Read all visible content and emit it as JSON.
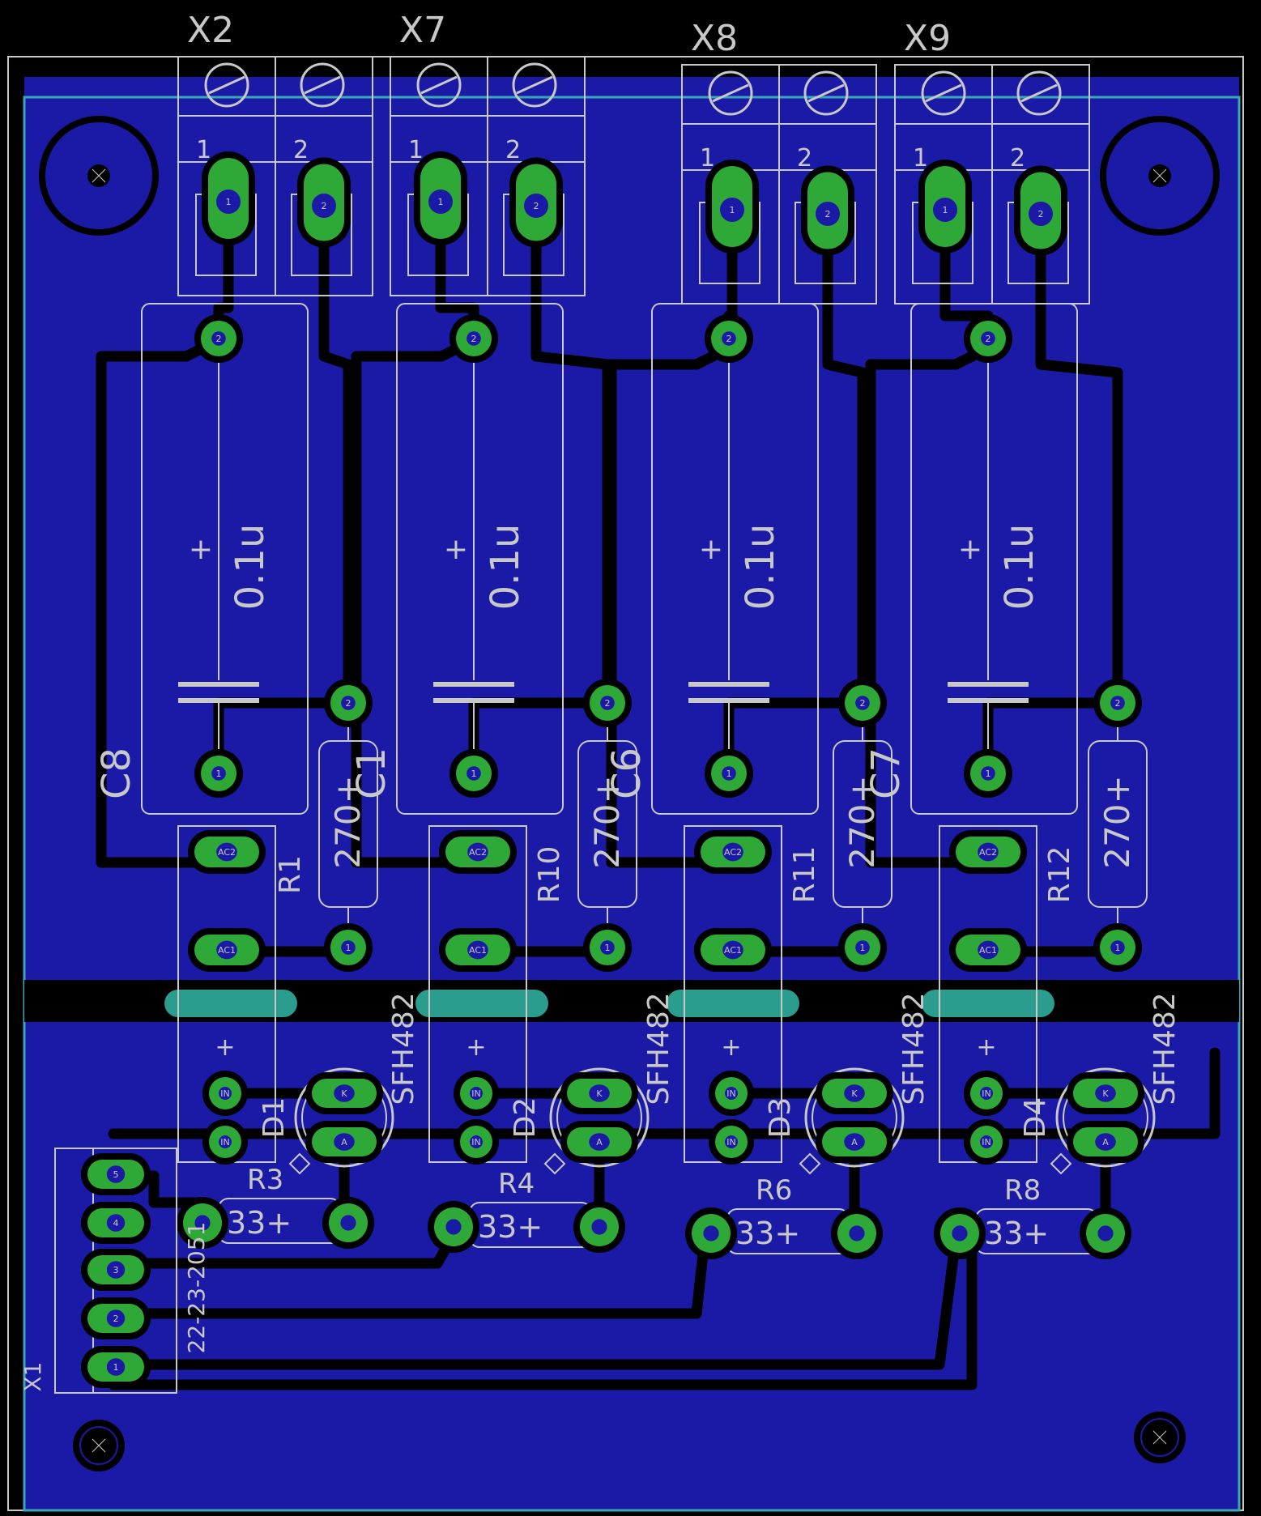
{
  "colors": {
    "background": "#000000",
    "copper_pour": "#1a1aa6",
    "trace": "#000000",
    "pad": "#2ea836",
    "pad_core": "#1a1aa6",
    "silkscreen": "#c8c8c8",
    "outline": "#3aa7b8",
    "slot": "#2a9d8f"
  },
  "terminals": [
    {
      "name": "X2",
      "pin1": "1",
      "pin2": "2"
    },
    {
      "name": "X7",
      "pin1": "1",
      "pin2": "2"
    },
    {
      "name": "X8",
      "pin1": "1",
      "pin2": "2"
    },
    {
      "name": "X9",
      "pin1": "1",
      "pin2": "2"
    }
  ],
  "capacitors": [
    {
      "name": "C8",
      "value": "0.1u",
      "plus": "+"
    },
    {
      "name": "C1",
      "value": "0.1u",
      "plus": "+"
    },
    {
      "name": "C6",
      "value": "0.1u",
      "plus": "+"
    },
    {
      "name": "C7",
      "value": "0.1u",
      "plus": "+"
    }
  ],
  "top_resistors": [
    {
      "name": "R1",
      "value": "270"
    },
    {
      "name": "R10",
      "value": "270"
    },
    {
      "name": "R11",
      "value": "270"
    },
    {
      "name": "R12",
      "value": "270"
    }
  ],
  "optos": [
    {
      "name": "D1",
      "plus": "+"
    },
    {
      "name": "D2",
      "plus": "+"
    },
    {
      "name": "D3",
      "plus": "+"
    },
    {
      "name": "D4",
      "plus": "+"
    }
  ],
  "leds": [
    {
      "part": "SFH482"
    },
    {
      "part": "SFH482"
    },
    {
      "part": "SFH482"
    },
    {
      "part": "SFH482"
    }
  ],
  "bottom_resistors": [
    {
      "name": "R3",
      "value": "33"
    },
    {
      "name": "R4",
      "value": "33"
    },
    {
      "name": "R6",
      "value": "33"
    },
    {
      "name": "R8",
      "value": "33"
    }
  ],
  "connector": {
    "name": "X1",
    "part": "22-23-2051",
    "pins": [
      "5",
      "4",
      "3",
      "2",
      "1"
    ]
  },
  "pad_labels": {
    "ac2": "AC2",
    "ac1": "AC1",
    "k": "K",
    "a": "A",
    "in": "IN"
  }
}
